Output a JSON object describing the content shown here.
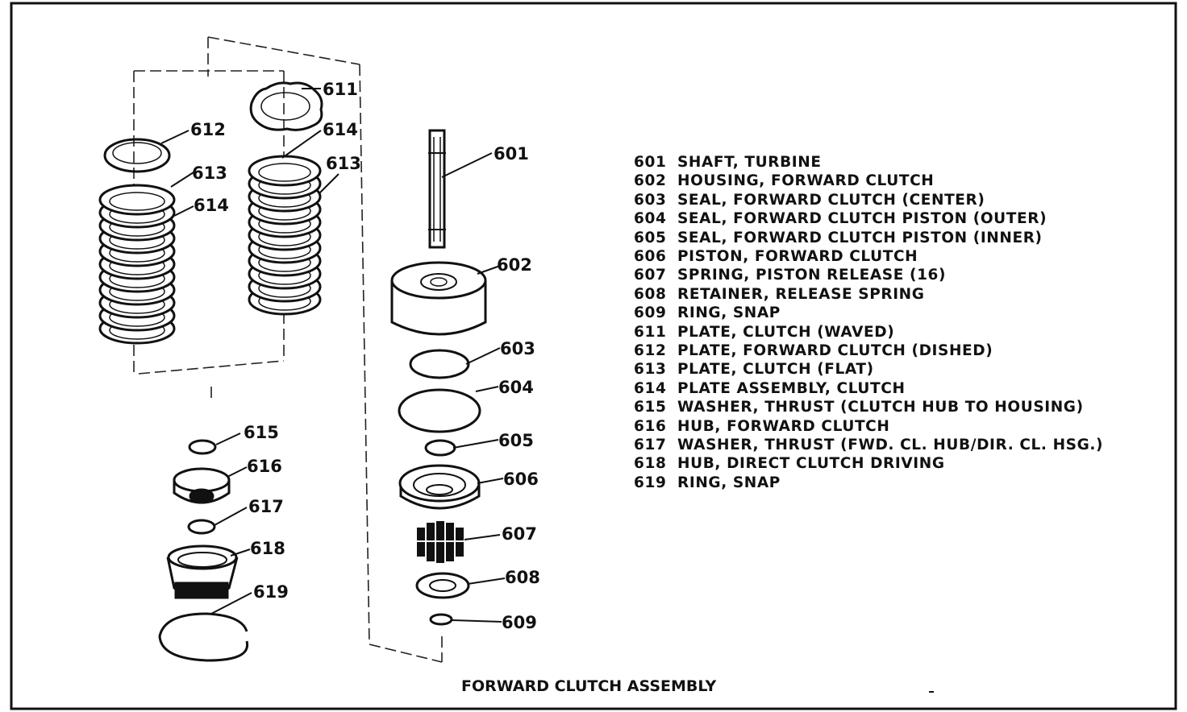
{
  "diagram": {
    "caption": "FORWARD CLUTCH ASSEMBLY",
    "callouts": [
      {
        "id": "601"
      },
      {
        "id": "602"
      },
      {
        "id": "603"
      },
      {
        "id": "604"
      },
      {
        "id": "605"
      },
      {
        "id": "606"
      },
      {
        "id": "607"
      },
      {
        "id": "608"
      },
      {
        "id": "609"
      },
      {
        "id": "611"
      },
      {
        "id": "612"
      },
      {
        "id": "613"
      },
      {
        "id": "614"
      },
      {
        "id": "613"
      },
      {
        "id": "614"
      },
      {
        "id": "615"
      },
      {
        "id": "616"
      },
      {
        "id": "617"
      },
      {
        "id": "618"
      },
      {
        "id": "619"
      }
    ]
  },
  "legend": [
    {
      "num": "601",
      "text": "SHAFT, TURBINE"
    },
    {
      "num": "602",
      "text": "HOUSING, FORWARD CLUTCH"
    },
    {
      "num": "603",
      "text": "SEAL, FORWARD CLUTCH (CENTER)"
    },
    {
      "num": "604",
      "text": "SEAL, FORWARD CLUTCH PISTON (OUTER)"
    },
    {
      "num": "605",
      "text": "SEAL, FORWARD CLUTCH PISTON (INNER)"
    },
    {
      "num": "606",
      "text": "PISTON, FORWARD CLUTCH"
    },
    {
      "num": "607",
      "text": "SPRING, PISTON RELEASE (16)"
    },
    {
      "num": "608",
      "text": "RETAINER, RELEASE SPRING"
    },
    {
      "num": "609",
      "text": "RING, SNAP"
    },
    {
      "num": "611",
      "text": "PLATE, CLUTCH (WAVED)"
    },
    {
      "num": "612",
      "text": "PLATE, FORWARD CLUTCH (DISHED)"
    },
    {
      "num": "613",
      "text": "PLATE, CLUTCH (FLAT)"
    },
    {
      "num": "614",
      "text": "PLATE ASSEMBLY, CLUTCH"
    },
    {
      "num": "615",
      "text": "WASHER, THRUST (CLUTCH HUB TO HOUSING)"
    },
    {
      "num": "616",
      "text": "HUB, FORWARD CLUTCH"
    },
    {
      "num": "617",
      "text": "WASHER, THRUST (FWD. CL. HUB/DIR. CL. HSG.)"
    },
    {
      "num": "618",
      "text": "HUB, DIRECT CLUTCH DRIVING"
    },
    {
      "num": "619",
      "text": "RING, SNAP"
    }
  ]
}
